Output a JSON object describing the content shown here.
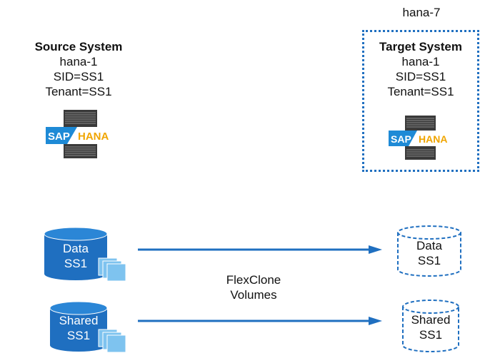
{
  "source": {
    "title": "Source System",
    "lines": [
      "hana-1",
      "SID=SS1",
      "Tenant=SS1"
    ]
  },
  "target": {
    "host_label": "hana-7",
    "title": "Target System",
    "lines": [
      "hana-1",
      "SID=SS1",
      "Tenant=SS1"
    ]
  },
  "logo": {
    "sap": "SAP",
    "hana": "HANA"
  },
  "volumes": {
    "source_data": [
      "Data",
      "SS1"
    ],
    "source_shared": [
      "Shared",
      "SS1"
    ],
    "target_data": [
      "Data",
      "SS1"
    ],
    "target_shared": [
      "Shared",
      "SS1"
    ]
  },
  "caption": [
    "FlexClone",
    "Volumes"
  ],
  "colors": {
    "accent": "#1f6fc0",
    "cylinder_fill": "#1f6fc0",
    "cylinder_top": "#2b86d6",
    "hana_orange": "#f0a500",
    "sap_blue": "#1e8ad6"
  }
}
